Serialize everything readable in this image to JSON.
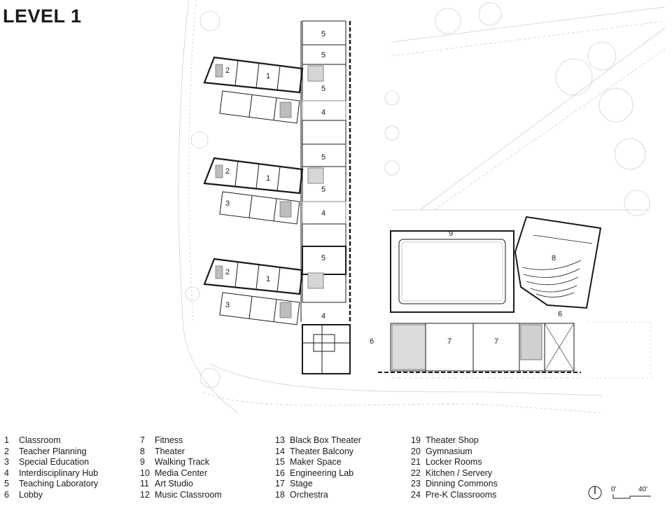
{
  "title": "LEVEL 1",
  "plan_labels": {
    "l5a": "5",
    "l5b": "5",
    "l5c": "5",
    "l5d": "5",
    "l5e": "5",
    "l5f": "5",
    "l4a": "4",
    "l4b": "4",
    "l4c": "4",
    "l2a": "2",
    "l2b": "2",
    "l2c": "2",
    "l1a": "1",
    "l1b": "1",
    "l1c": "1",
    "l3a": "3",
    "l3b": "3",
    "l9": "9",
    "l8": "8",
    "l6a": "6",
    "l6b": "6",
    "l7a": "7",
    "l7b": "7"
  },
  "legend": [
    {
      "num": "1",
      "label": "Classroom"
    },
    {
      "num": "2",
      "label": "Teacher Planning"
    },
    {
      "num": "3",
      "label": "Special Education"
    },
    {
      "num": "4",
      "label": "Interdisciplinary Hub"
    },
    {
      "num": "5",
      "label": "Teaching Laboratory"
    },
    {
      "num": "6",
      "label": "Lobby"
    },
    {
      "num": "7",
      "label": "Fitness"
    },
    {
      "num": "8",
      "label": "Theater"
    },
    {
      "num": "9",
      "label": "Walking Track"
    },
    {
      "num": "10",
      "label": "Media Center"
    },
    {
      "num": "11",
      "label": "Art Studio"
    },
    {
      "num": "12",
      "label": "Music Classroom"
    },
    {
      "num": "13",
      "label": "Black Box Theater"
    },
    {
      "num": "14",
      "label": "Theater Balcony"
    },
    {
      "num": "15",
      "label": "Maker Space"
    },
    {
      "num": "16",
      "label": "Engineering Lab"
    },
    {
      "num": "17",
      "label": "Stage"
    },
    {
      "num": "18",
      "label": "Orchestra"
    },
    {
      "num": "19",
      "label": "Theater Shop"
    },
    {
      "num": "20",
      "label": "Gymnasium"
    },
    {
      "num": "21",
      "label": "Locker Rooms"
    },
    {
      "num": "22",
      "label": "Kitchen / Servery"
    },
    {
      "num": "23",
      "label": "Dinning Commons"
    },
    {
      "num": "24",
      "label": "Pre-K Classrooms"
    }
  ],
  "scale": {
    "start": "0'",
    "end": "40'"
  }
}
